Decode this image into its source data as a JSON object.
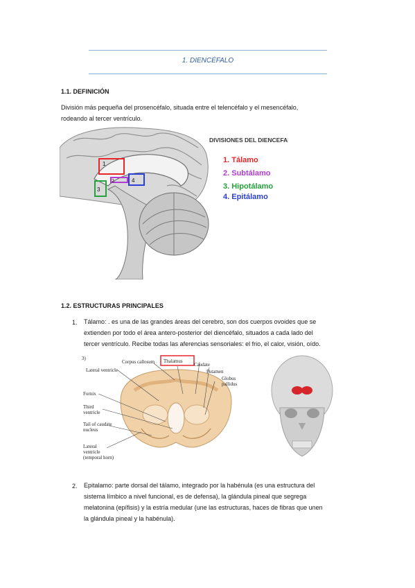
{
  "chapter": {
    "title": "1. DIENCÉFALO"
  },
  "section1": {
    "heading": "1.1. DEFINICIÓN",
    "lines": [
      "División más pequeña del prosencéfalo, situada entre el telencéfalo y el mesencéfalo,",
      "rodeando al tercer ventrículo."
    ]
  },
  "figure1": {
    "title": "DIVISIONES DEL DIENCEFALO",
    "legend": [
      "1. Tálamo",
      "2. Subtálamo",
      "3. Hipotálamo",
      "4. Epitálamo"
    ],
    "legend_colors": [
      "#e8262a",
      "#b23bd6",
      "#22a33b",
      "#2b3fd8"
    ],
    "box_labels": [
      "1",
      "2",
      "3",
      "4"
    ]
  },
  "section2": {
    "heading": "1.2. ESTRUCTURAS PRINCIPALES",
    "item1": {
      "number": "1.",
      "lines": [
        "Tálamo: . es una de las grandes áreas del cerebro, son dos cuerpos ovoides que se",
        "extienden por todo el área antero-posterior del diencéfalo, situados a cada lado del",
        "tercer ventrículo. Recibe todas las aferencias sensoriales: el frio, el calor, visión, oído."
      ]
    },
    "figure2": {
      "panel": "3)",
      "labels": {
        "corpus_callosum": "Corpus callosum",
        "thalamus": "Thalamus",
        "caudate": "Caudate",
        "lateral_ventricle": "Lateral ventricle",
        "putamen": "Putamen",
        "globus": "Globus",
        "pallidus": "pallidus",
        "fornix": "Fornix",
        "third": "Third",
        "ventricle": "ventricle",
        "tail_caudate": "Tail of caudate",
        "nucleus": "nucleus",
        "lateral": "Lateral",
        "ventricle2": "ventricle",
        "temporal_horn": "(temporal horn)"
      }
    },
    "item2": {
      "number": "2.",
      "lines": [
        "Epitalamo: parte dorsal del tálamo, integrado por la habénula (es una estructura del",
        "sistema límbico a nivel funcional, es de defensa), la glándula pineal que segrega",
        "melatonina (epífisis) y la estría medular (une las estructuras, haces de fibras que unen",
        "la glándula pineal y la habénula)."
      ]
    }
  }
}
